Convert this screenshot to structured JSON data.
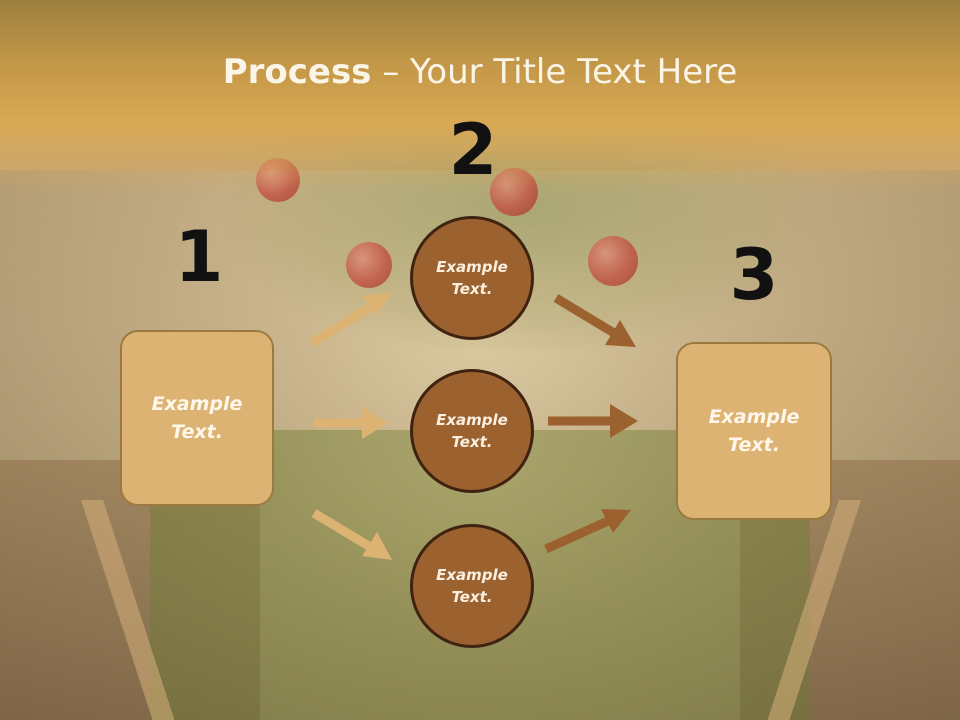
{
  "slide": {
    "title_bold": "Process",
    "title_rest": " – Your Title Text Here",
    "numbers": [
      "1",
      "2",
      "3"
    ],
    "left_box": "Example\nText.",
    "right_box": "Example\nText.",
    "circles": [
      "Example\nText.",
      "Example\nText.",
      "Example\nText."
    ]
  },
  "colors": {
    "title_band": "#d9a955",
    "box_fill": "#ddb374",
    "circle_fill": "#9b6230",
    "arrow_light": "#ddb374",
    "arrow_dark": "#9b6230"
  }
}
